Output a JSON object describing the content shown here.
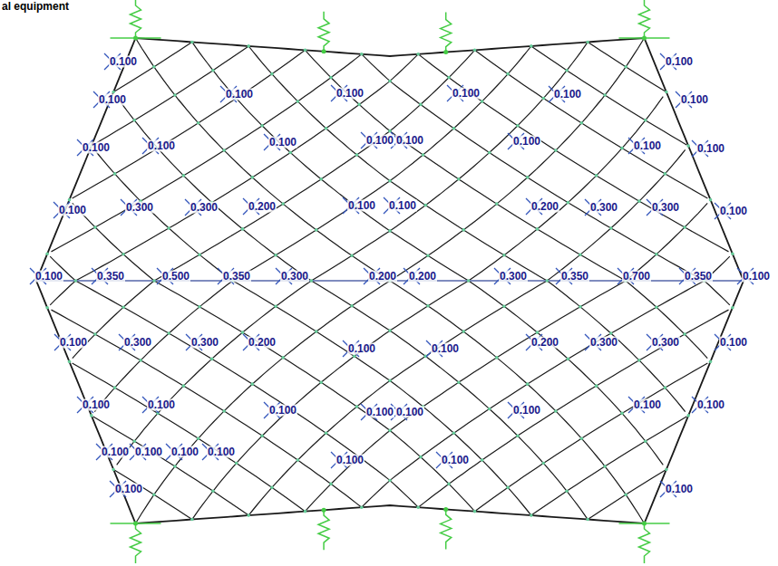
{
  "diagram": {
    "title": "al equipment",
    "labels": [
      "0.100",
      "0.100",
      "0.100",
      "0.100",
      "0.100",
      "0.100",
      "0.100",
      "0.100",
      "0.100",
      "0.100",
      "0.100",
      "0.100",
      "0.100",
      "0.100",
      "0.100",
      "0.100",
      "0.100",
      "0.300",
      "0.300",
      "0.200",
      "0.100",
      "0.100",
      "0.200",
      "0.300",
      "0.300",
      "0.100",
      "0.100",
      "0.350",
      "0.500",
      "0.350",
      "0.300",
      "0.200",
      "0.200",
      "0.300",
      "0.350",
      "0.700",
      "0.350",
      "0.100",
      "0.100",
      "0.300",
      "0.300",
      "0.200",
      "0.100",
      "0.100",
      "0.200",
      "0.300",
      "0.300",
      "0.100",
      "0.100",
      "0.100",
      "0.100",
      "0.100",
      "0.100",
      "0.100",
      "0.100",
      "0.100",
      "0.100",
      "0.100",
      "0.100",
      "0.100",
      "0.100",
      "0.100",
      "0.100",
      "0.100"
    ]
  }
}
